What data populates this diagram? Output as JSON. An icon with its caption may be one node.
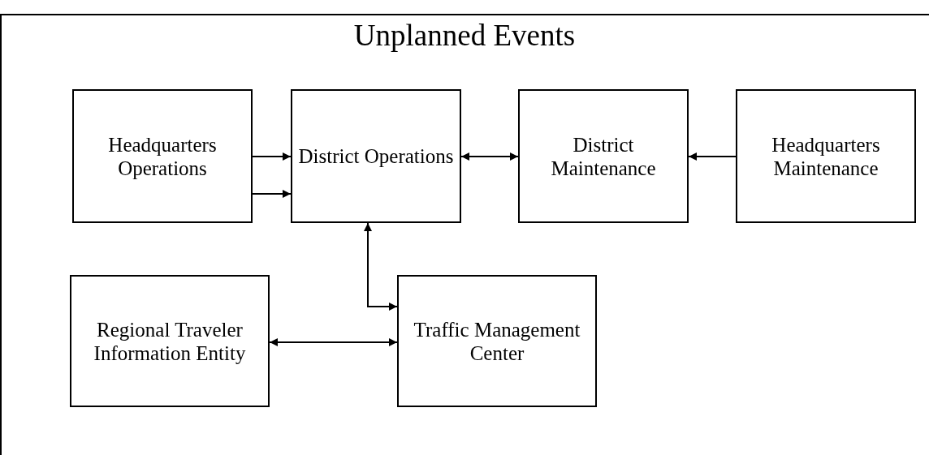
{
  "diagram": {
    "title": "Unplanned Events",
    "nodes": [
      {
        "text": [
          "Headquarters Operations"
        ]
      },
      {
        "text": [
          "District Operations"
        ]
      },
      {
        "text": [
          "District Maintenance"
        ]
      },
      {
        "text": [
          "Headquarters Maintenance"
        ]
      },
      {
        "text": [
          "Regional Traveler Information Entity"
        ]
      },
      {
        "text": [
          "Traffic Management Center"
        ]
      }
    ],
    "edges": [
      {
        "from": 0,
        "to": 1,
        "arrow": "to"
      },
      {
        "from": 0,
        "to": 1,
        "arrow": "to"
      },
      {
        "from": 1,
        "to": 2,
        "arrow": "both"
      },
      {
        "from": 3,
        "to": 2,
        "arrow": "to"
      },
      {
        "from": 1,
        "to": 5,
        "arrow": "both"
      },
      {
        "from": 4,
        "to": 5,
        "arrow": "both"
      }
    ]
  }
}
